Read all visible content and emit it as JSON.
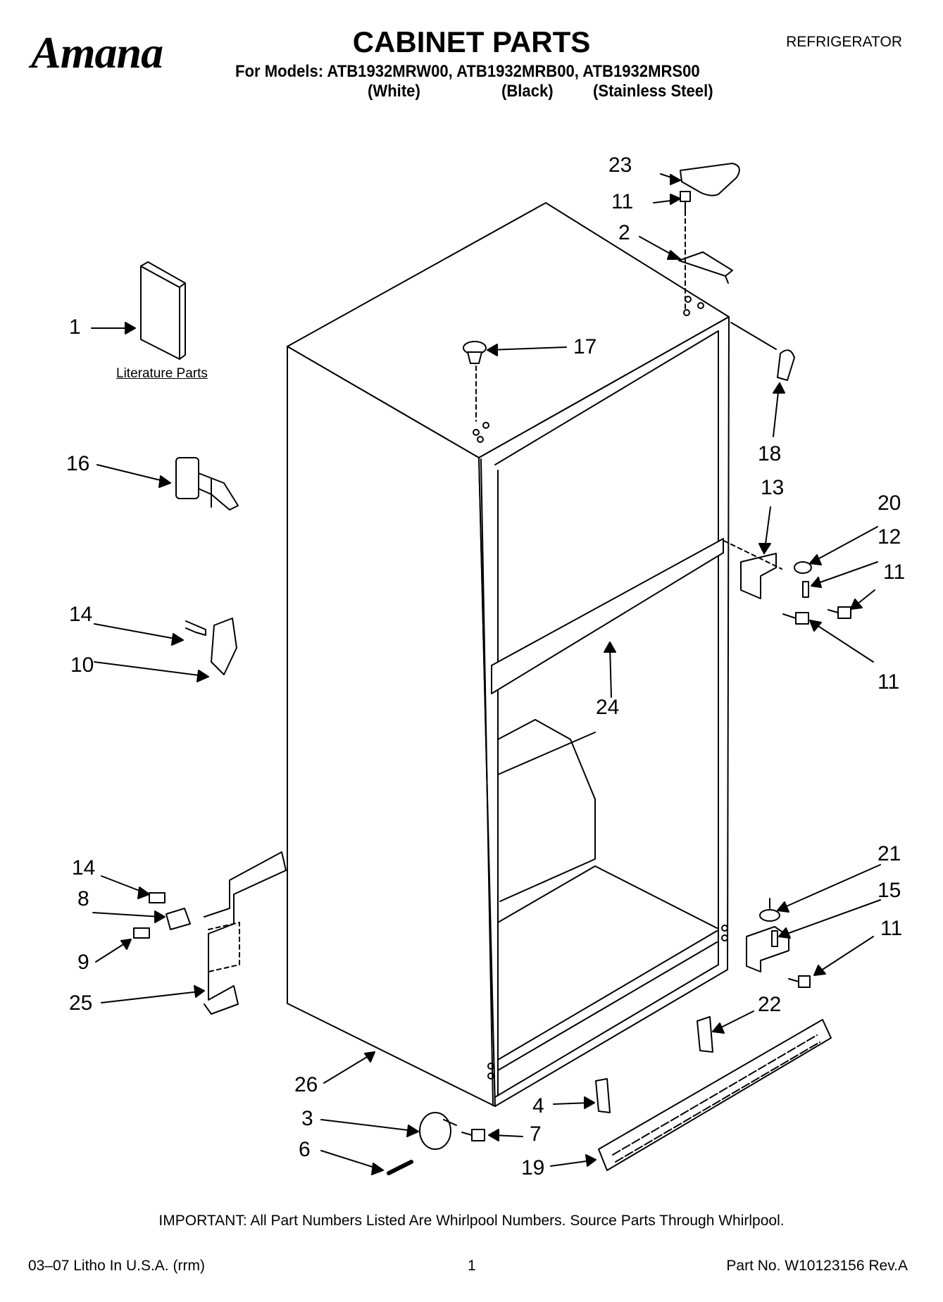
{
  "header": {
    "brand": "Amana",
    "title": "CABINET PARTS",
    "category": "REFRIGERATOR",
    "models_line": "For Models: ATB1932MRW00, ATB1932MRB00, ATB1932MRS00",
    "variants": [
      "(White)",
      "(Black)",
      "(Stainless Steel)"
    ]
  },
  "diagram": {
    "literature_label": "Literature Parts",
    "callouts": [
      "23",
      "11",
      "2",
      "1",
      "17",
      "18",
      "16",
      "13",
      "20",
      "12",
      "11",
      "14",
      "10",
      "11",
      "24",
      "21",
      "14",
      "15",
      "8",
      "11",
      "9",
      "22",
      "25",
      "26",
      "4",
      "3",
      "7",
      "6",
      "19"
    ]
  },
  "footer": {
    "notice": "IMPORTANT: All Part Numbers Listed Are Whirlpool Numbers. Source Parts Through Whirlpool.",
    "print_info": "03–07 Litho In U.S.A. (rrm)",
    "page": "1",
    "part_no": "Part No. W10123156 Rev.A"
  }
}
